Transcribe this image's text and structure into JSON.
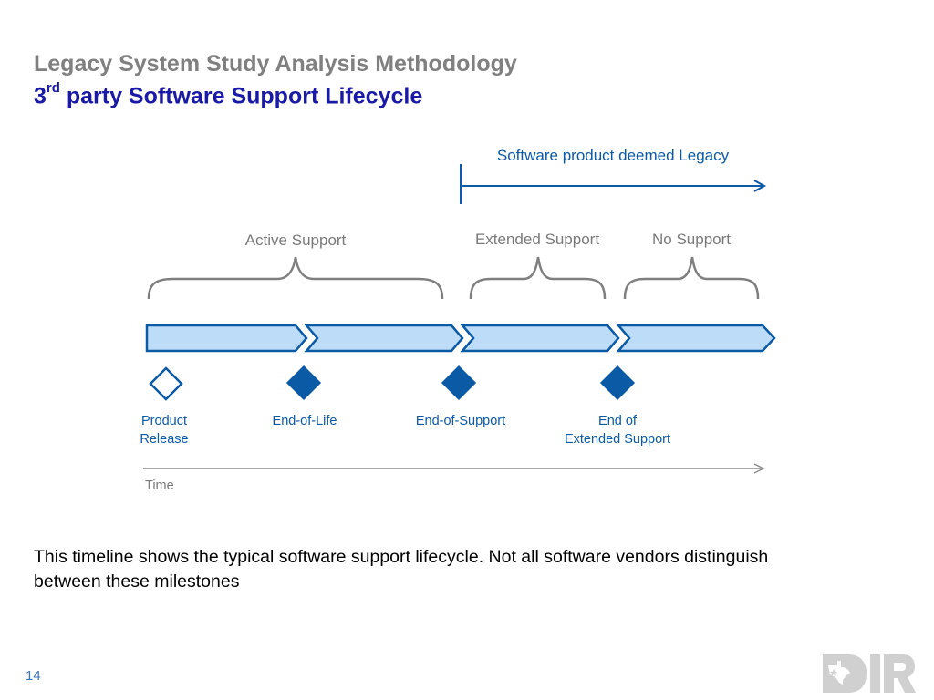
{
  "slide": {
    "title": "Legacy System Study Analysis Methodology",
    "subtitle_prefix": "3",
    "subtitle_sup": "rd",
    "subtitle_rest": " party Software Support Lifecycle",
    "page_number": "14",
    "logo_text": "DIR"
  },
  "diagram": {
    "legacy_label": "Software product deemed Legacy",
    "phases": [
      {
        "label": "Active Support"
      },
      {
        "label": "Extended Support"
      },
      {
        "label": "No Support"
      }
    ],
    "milestones": [
      {
        "line1": "Product",
        "line2": "Release",
        "marker": "hollow-diamond"
      },
      {
        "line1": "End-of-Life",
        "line2": "",
        "marker": "filled-diamond"
      },
      {
        "line1": "End-of-Support",
        "line2": "",
        "marker": "filled-diamond"
      },
      {
        "line1": "End of",
        "line2": "Extended Support",
        "marker": "filled-diamond"
      }
    ],
    "time_label": "Time"
  },
  "note": {
    "text": "This timeline shows the typical software support lifecycle.  Not all software vendors distinguish between these milestones"
  },
  "colors": {
    "title_gray": "#808080",
    "subtitle_blue": "#1a1aa6",
    "accent_blue": "#0b5aa6",
    "chevron_fill": "#bcdcf7",
    "brace_gray": "#7f7f7f",
    "label_gray": "#7a7a7a",
    "page_number_blue": "#3a76c4"
  }
}
